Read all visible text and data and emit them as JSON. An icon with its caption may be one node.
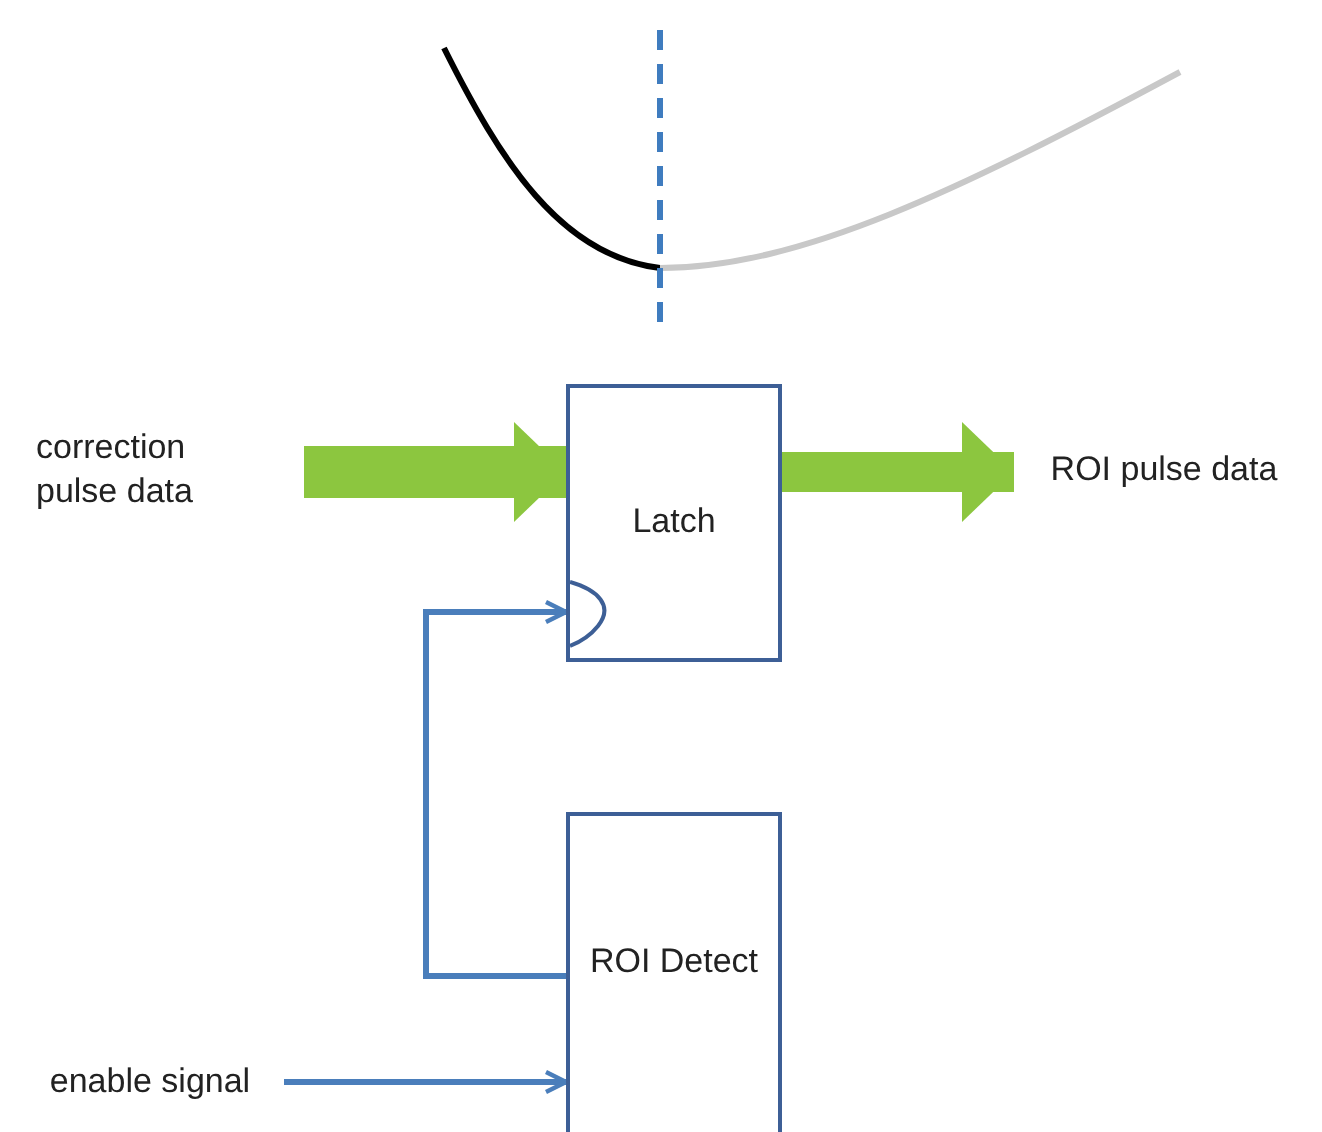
{
  "diagram": {
    "nodes": [
      {
        "text": [
          "correction pulse data"
        ]
      },
      {
        "text": [
          "Latch"
        ]
      },
      {
        "text": [
          "ROI  pulse data"
        ]
      },
      {
        "text": [
          "ROI Detect"
        ]
      },
      {
        "text": [
          "enable signal"
        ]
      }
    ],
    "edges": [
      {
        "from": 0,
        "to": 1,
        "arrow": "to",
        "style": "thick",
        "color": "#8cc63f"
      },
      {
        "from": 1,
        "to": 2,
        "arrow": "to",
        "style": "thick",
        "color": "#8cc63f"
      },
      {
        "from": 3,
        "to": 1,
        "arrow": "to",
        "color": "#4a7ebb"
      },
      {
        "from": 4,
        "to": 3,
        "arrow": "to",
        "color": "#4a7ebb"
      }
    ]
  }
}
